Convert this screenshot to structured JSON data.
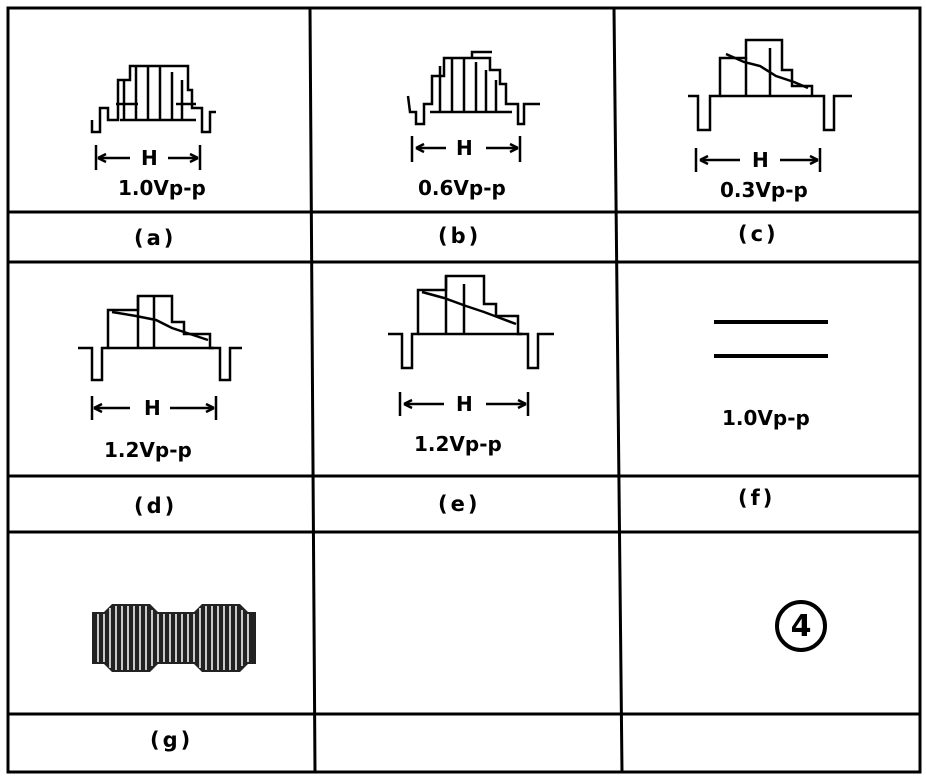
{
  "figure_number": "4",
  "cells": [
    {
      "id": "a",
      "amplitude": "1.0Vp-p",
      "caption": "(a)",
      "marker": "H"
    },
    {
      "id": "b",
      "amplitude": "0.6Vp-p",
      "caption": "(b)",
      "marker": "H"
    },
    {
      "id": "c",
      "amplitude": "0.3Vp-p",
      "caption": "(c)",
      "marker": "H"
    },
    {
      "id": "d",
      "amplitude": "1.2Vp-p",
      "caption": "(d)",
      "marker": "H"
    },
    {
      "id": "e",
      "amplitude": "1.2Vp-p",
      "caption": "(e)",
      "marker": "H"
    },
    {
      "id": "f",
      "amplitude": "1.0Vp-p",
      "caption": "(f)"
    },
    {
      "id": "g",
      "caption": "(g)"
    }
  ]
}
